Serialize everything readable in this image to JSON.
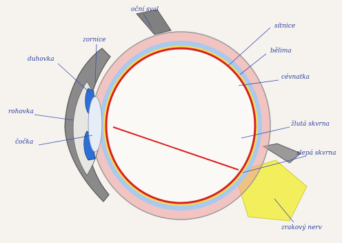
{
  "labels": {
    "ocni_sval": "oční sval",
    "zornicka": "zornice",
    "duhovka": "duhovka",
    "rohovka": "rohovka",
    "cocka": "čočka",
    "sitnice": "sítnice",
    "bilima": "bělima",
    "cevnatka": "cévnatka",
    "zluta_skvrna": "žlutá skvrna",
    "slepa_skvrna": "slepá skvrna",
    "zrakovy_nerv": "zrakový nerv"
  },
  "colors": {
    "paper": "#f6f3ee",
    "sclera": "#ee9c9c",
    "choroid_blue": "#a9c9ef",
    "choroid_yellow": "#f2dc57",
    "retina_red": "#d81f1f",
    "nerve_yellow": "#f3ef5c",
    "iris_blue": "#2d6fd6",
    "label_ink": "#2b3f9e",
    "cornea_gray": "#6d6d6d"
  }
}
